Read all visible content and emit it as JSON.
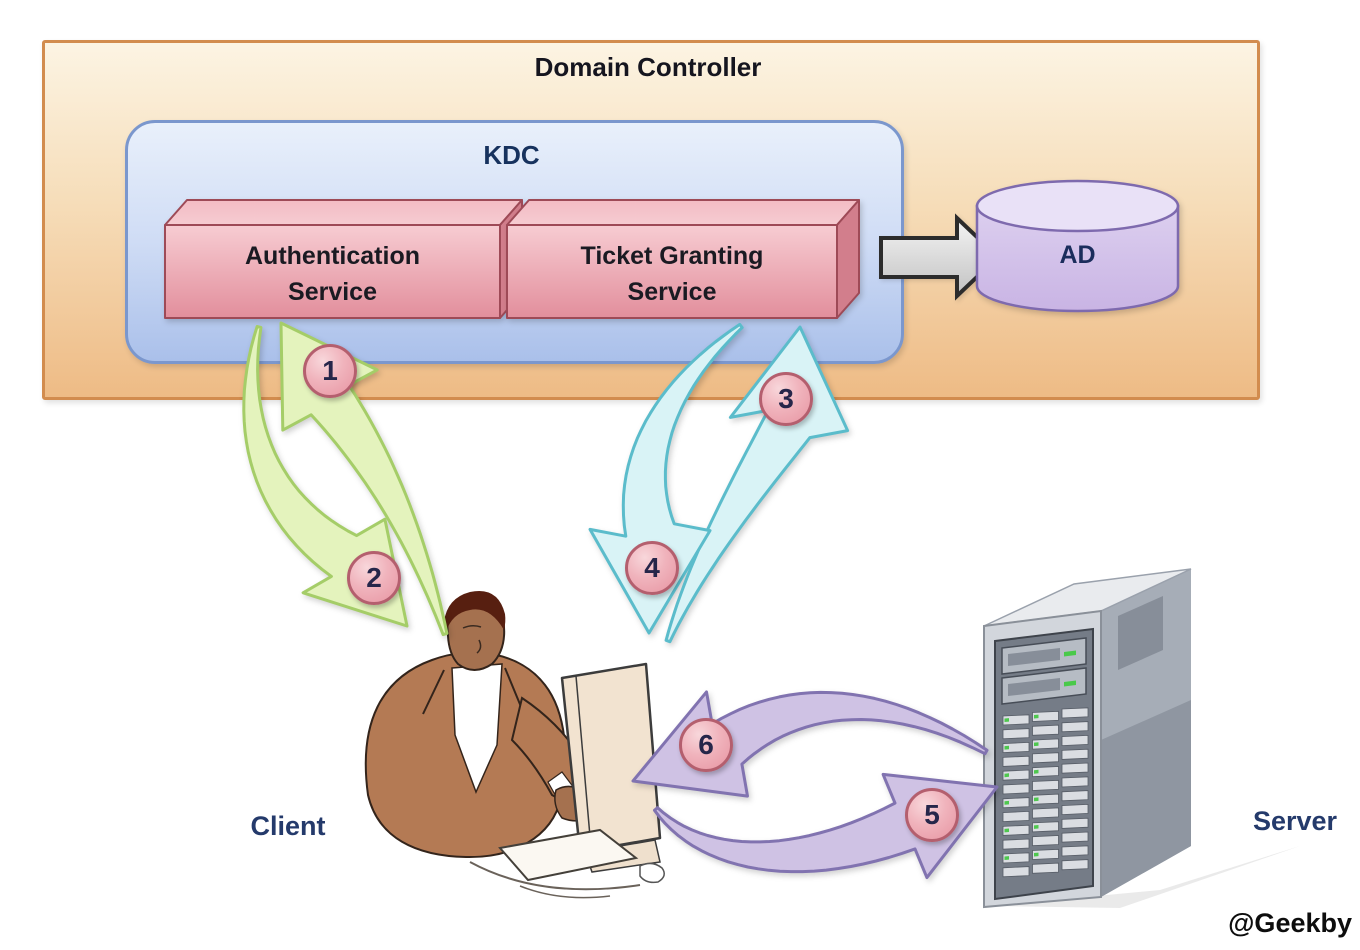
{
  "diagram": {
    "title": "Domain Controller",
    "kdc": {
      "label": "KDC"
    },
    "authentication_service": {
      "label_lines": [
        "Authentication",
        "Service"
      ]
    },
    "ticket_granting_service": {
      "label_lines": [
        "Ticket Granting",
        "Service"
      ]
    },
    "active_directory": {
      "label": "AD"
    },
    "client": {
      "label": "Client"
    },
    "server": {
      "label": "Server"
    },
    "watermark": "@Geekby",
    "steps": [
      {
        "number": "1",
        "flow": "client-to-authentication-service",
        "arrow_color": "green"
      },
      {
        "number": "2",
        "flow": "authentication-service-to-client",
        "arrow_color": "green"
      },
      {
        "number": "3",
        "flow": "client-to-ticket-granting-service",
        "arrow_color": "cyan"
      },
      {
        "number": "4",
        "flow": "ticket-granting-service-to-client",
        "arrow_color": "cyan"
      },
      {
        "number": "5",
        "flow": "client-to-server",
        "arrow_color": "purple"
      },
      {
        "number": "6",
        "flow": "server-to-client",
        "arrow_color": "purple"
      }
    ],
    "colors": {
      "domain_controller_border": "#d28c4e",
      "domain_controller_fill_top": "#fcf4e3",
      "domain_controller_fill_bottom": "#eebb85",
      "kdc_border": "#7b97cd",
      "kdc_fill_top": "#e9f0fb",
      "kdc_fill_bottom": "#aac0ea",
      "service_box_border": "#9e4a57",
      "service_box_fill_top": "#f7ccd2",
      "service_box_fill_bottom": "#e28e9c",
      "ad_fill": "#d9cbee",
      "ad_border": "#7e6aae",
      "gray_arrow_fill": "#dcdcdc",
      "arrow_green_fill": "#e4f3bd",
      "arrow_green_border": "#a5cd68",
      "arrow_cyan_fill": "#d9f3f6",
      "arrow_cyan_border": "#5bbccb",
      "arrow_purple_fill": "#cfc2e4",
      "arrow_purple_border": "#8173b0",
      "badge_fill": "#f0b3bc",
      "badge_border": "#b45f6e",
      "label_navy": "#243a6b"
    }
  }
}
